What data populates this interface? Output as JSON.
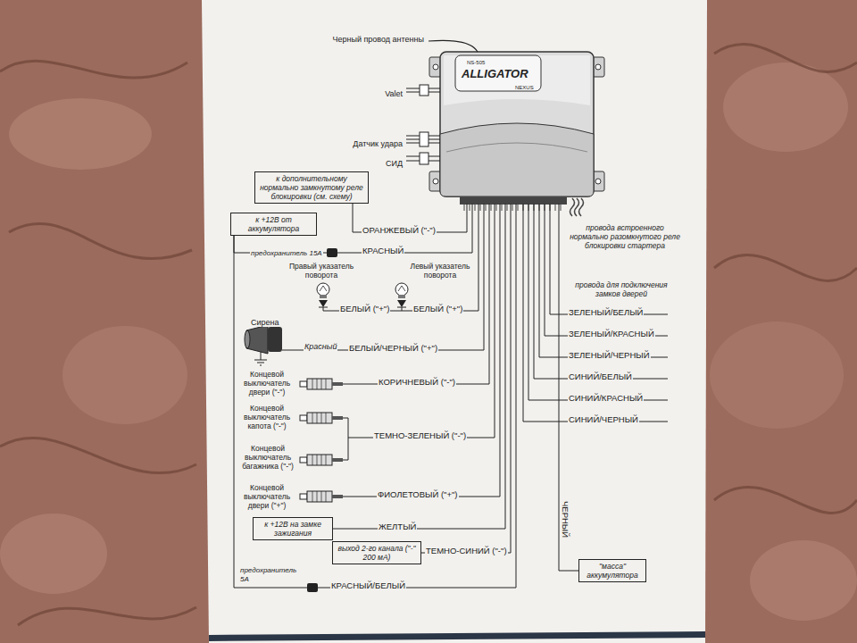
{
  "diagram": {
    "nodes": [
      {
        "text": [
          "NS-505",
          "ALLIGATOR",
          "NEXUS"
        ]
      },
      {
        "text": [
          "к дополнительному нормально замкнутому реле блокировки (см. схему)"
        ]
      },
      {
        "text": [
          "к +12В от аккумулятора"
        ]
      },
      {
        "text": [
          "к +12В на замке зажигания"
        ]
      },
      {
        "text": [
          "выход 2-го канала (\"-\" 200 мА)"
        ]
      },
      {
        "text": [
          "\"масса\" аккумулятора"
        ]
      }
    ],
    "edges": [
      {
        "from": 0,
        "to": 1,
        "arrow": "none",
        "label": "ОРАНЖЕВЫЙ (\"-\")"
      },
      {
        "from": 0,
        "to": 2,
        "arrow": "none",
        "label": "КРАСНЫЙ"
      },
      {
        "from": 0,
        "to": 3,
        "arrow": "none",
        "label": "ЖЕЛТЫЙ"
      },
      {
        "from": 0,
        "to": 4,
        "arrow": "none",
        "label": "ТЕМНО-СИНИЙ (\"-\")"
      },
      {
        "from": 0,
        "to": 2,
        "arrow": "none",
        "label": "КРАСНЫЙ/БЕЛЫЙ"
      },
      {
        "from": 0,
        "to": 5,
        "arrow": "none",
        "label": "ЧЕРНЫЙ"
      }
    ],
    "labels": [
      "Черный провод антенны",
      "Valet",
      "Датчик удара",
      "СИД",
      "провода встроенного нормально разомкнутого реле блокировки стартера",
      "предохранитель 15А",
      "Правый указатель поворота",
      "Левый указатель поворота",
      "БЕЛЫЙ (\"+\")",
      "БЕЛЫЙ (\"+\")",
      "провода для подключения замков дверей",
      "ЗЕЛЕНЫЙ/БЕЛЫЙ",
      "ЗЕЛЕНЫЙ/КРАСНЫЙ",
      "ЗЕЛЕНЫЙ/ЧЕРНЫЙ",
      "Сирена",
      "Красный",
      "БЕЛЫЙ/ЧЕРНЫЙ (\"+\")",
      "СИНИЙ/БЕЛЫЙ",
      "Концевой выключатель двери (\"-\")",
      "КОРИЧНЕВЫЙ (\"-\")",
      "СИНИЙ/КРАСНЫЙ",
      "СИНИЙ/ЧЕРНЫЙ",
      "Концевой выключатель капота (\"-\")",
      "ТЕМНО-ЗЕЛЕНЫЙ (\"-\")",
      "Концевой выключатель багажника (\"-\")",
      "Концевой выключатель двери (\"+\")",
      "ФИОЛЕТОВЫЙ (\"+\")",
      "предохранитель 5А"
    ]
  }
}
